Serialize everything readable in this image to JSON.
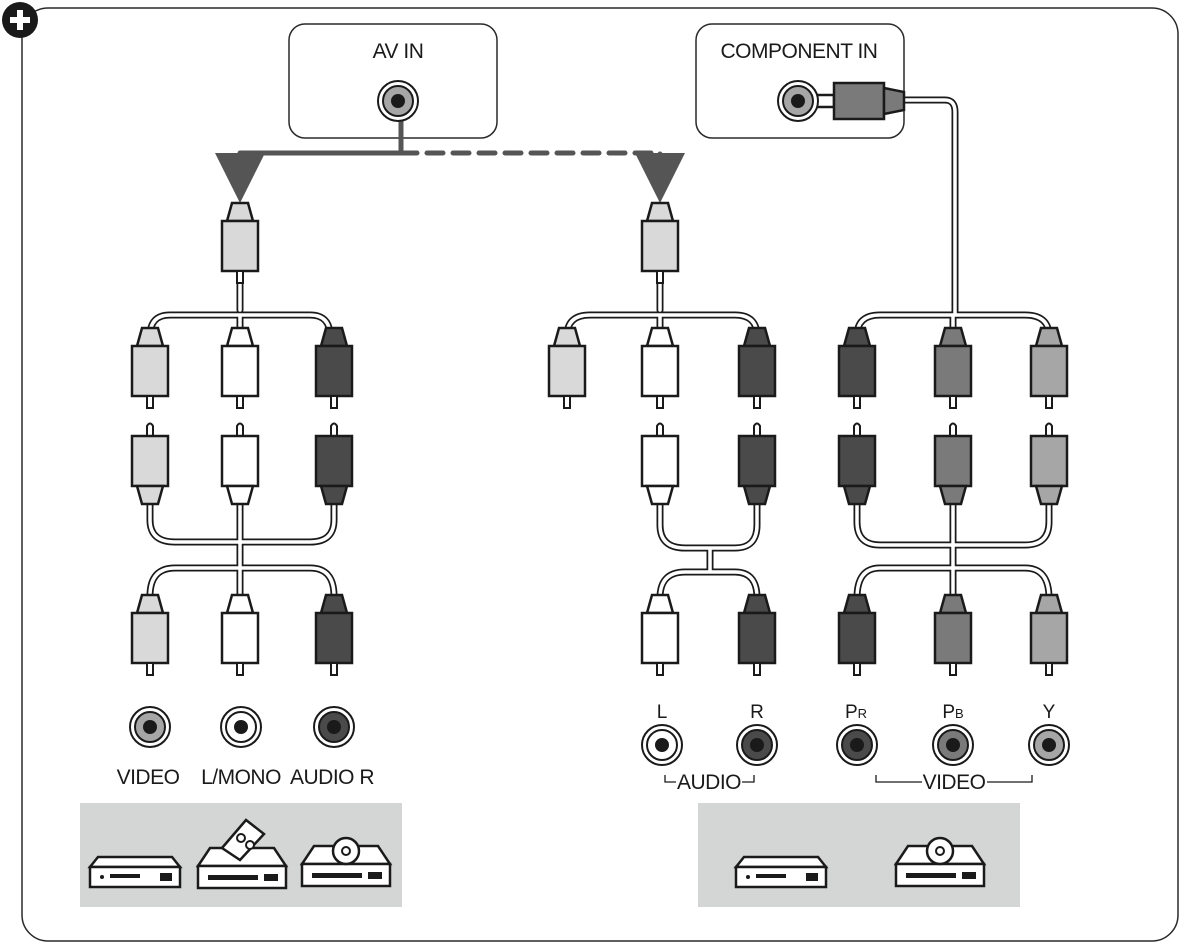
{
  "tv_panel": {
    "av_in_label": "AV IN",
    "component_in_label": "COMPONENT IN"
  },
  "left_group": {
    "port_labels": [
      "VIDEO",
      "L/MONO",
      "AUDIO R"
    ],
    "devices": [
      "dvd-player",
      "vcr",
      "disc-player"
    ]
  },
  "right_group": {
    "audio_port_labels": [
      "L",
      "R"
    ],
    "video_port_labels": [
      {
        "main": "P",
        "sub": "R"
      },
      {
        "main": "P",
        "sub": "B"
      },
      {
        "main": "Y",
        "sub": ""
      }
    ],
    "audio_bracket_label": "AUDIO",
    "video_bracket_label": "VIDEO",
    "devices": [
      "dvd-player",
      "disc-player"
    ]
  },
  "colors": {
    "plug_light_gray": "#d9d9d9",
    "plug_white": "#ffffff",
    "plug_dark": "#4a4a4a",
    "plug_mid": "#7a7a7a",
    "plug_silver": "#a6a6a6",
    "arrow": "#555555",
    "device_panel": "#d4d6d6"
  }
}
